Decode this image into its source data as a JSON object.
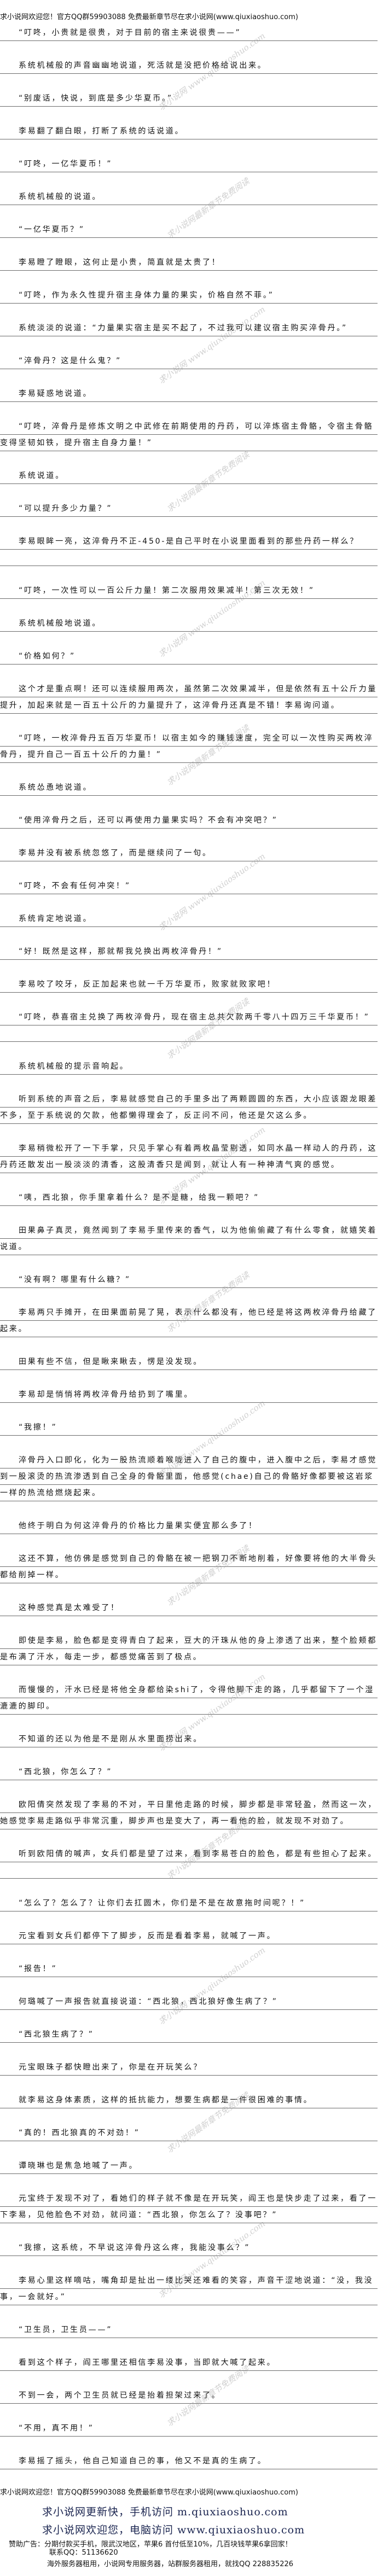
{
  "banner": "求小说网欢迎您！官方QQ群59903088 免费最新章节尽在求小说网(www.qiuxiaoshuo.com)",
  "paragraphs": [
    {
      "text": "“叮咚，小贵就是很贵，对于目前的宿主来说很贵——”"
    },
    {
      "text": "系统机械般的声音幽幽地说道，死活就是没把价格给说出来。"
    },
    {
      "text": "“别废话，快说，到底是多少华夏币。”"
    },
    {
      "text": "李易翻了翻白眼，打断了系统的话说道。"
    },
    {
      "text": "“叮咚，一亿华夏币！”"
    },
    {
      "text": "系统机械般的说道。"
    },
    {
      "text": "“一亿华夏币？”"
    },
    {
      "text": "李易瞪了瞪眼，这何止是小贵，简直就是太贵了！"
    },
    {
      "text": "“叮咚，作为永久性提升宿主身体力量的果实，价格自然不菲。”"
    },
    {
      "text": "系统淡淡的说道：“力量果实宿主是买不起了，不过我可以建议宿主购买淬骨丹。”"
    },
    {
      "text": "“淬骨丹？这是什么鬼？”"
    },
    {
      "text": "李易疑惑地说道。"
    },
    {
      "text": "“叮咚，淬骨丹是修炼文明之中武修在前期使用的丹药，可以淬炼宿主骨骼，令宿主骨骼变得坚韧如铁，提升宿主自身力量！”"
    },
    {
      "text": "系统说道。"
    },
    {
      "text": "“可以提升多少力量？”"
    },
    {
      "text": "李易眼眸一亮，这淬骨丹不正-450-是自己平时在小说里面看到的那些丹药一样么？",
      "extra": true
    },
    {
      "text": "“叮咚，一次性可以一百公斤力量！第二次服用效果减半！第三次无效！”"
    },
    {
      "text": "系统机械般地说道。"
    },
    {
      "text": "“价格如何？”"
    },
    {
      "text": "这个才是重点啊！还可以连续服用两次，虽然第二次效果减半，但是依然有五十公斤力量提升，加起来就是一百五十公斤的力量提升了，这淬骨丹还真是不错！李易询问道。"
    },
    {
      "text": "“叮咚，一枚淬骨丹五百万华夏币！以宿主如今的赚钱速度，完全可以一次性购买两枚淬骨丹，提升自己一百五十公斤的力量！”"
    },
    {
      "text": "系统怂恿地说道。"
    },
    {
      "text": "“使用淬骨丹之后，还可以再使用力量果实吗？不会有冲突吧？”"
    },
    {
      "text": "李易并没有被系统忽悠了，而是继续问了一句。"
    },
    {
      "text": "“叮咚，不会有任何冲突！”"
    },
    {
      "text": "系统肯定地说道。"
    },
    {
      "text": "“好！既然是这样，那就帮我兑换出两枚淬骨丹！”"
    },
    {
      "text": "李易咬了咬牙，反正加起来也就一千万华夏币，败家就败家吧！"
    },
    {
      "text": "“叮咚，恭喜宿主兑换了两枚淬骨丹，现在宿主总共欠款两千零八十四万三千华夏币！”",
      "extra": true
    },
    {
      "text": "系统机械般的提示音响起。"
    },
    {
      "text": "听到系统的声音之后，李易就感觉自己的手里多出了两颗圆圆的东西，大小应该跟龙眼差不多，至于系统说的欠款，他都懒得理会了，反正问不问，他还是欠这么多。"
    },
    {
      "text": "李易稍微松开了一下手掌，只见手掌心有着两枚晶莹剔透，如同水晶一样动人的丹药，这丹药还散发出一股淡淡的清香，这股清香只是闻到，就让人有一种神清气爽的感觉。"
    },
    {
      "text": "“咦，西北狼，你手里拿着什么？是不是糖，给我一颗吧？”"
    },
    {
      "text": "田果鼻子真灵，竟然闻到了李易手里传来的香气，以为他偷偷藏了有什么零食，就嬉笑着说道。"
    },
    {
      "text": "“没有啊？哪里有什么糖？”"
    },
    {
      "text": "李易两只手摊开，在田果面前晃了晃，表示什么都没有，他已经是将这两枚淬骨丹给藏了起来。"
    },
    {
      "text": "田果有些不信，但是瞅来瞅去，愣是没发现。"
    },
    {
      "text": "李易却是悄悄将两枚淬骨丹给扔到了嘴里。"
    },
    {
      "text": "“我擦！”"
    },
    {
      "text": "淬骨丹入口即化，化为一股热流顺着喉咙进入了自己的腹中，进入腹中之后，李易才感觉到一股滚烫的热流渗透到自己全身的骨骼里面，他感觉(chae)自己的骨骼好像都要被这岩浆一样的热流给燃烧起来。"
    },
    {
      "text": "他终于明白为何这淬骨丹的价格比力量果实便宜那么多了！"
    },
    {
      "text": "这还不算，他仿佛是感觉到自己的骨骼在被一把钢刀不断地削着，好像要将他的大半骨头都给削掉一样。"
    },
    {
      "text": "这种感觉真是太难受了！"
    },
    {
      "text": "即使是李易，脸色都是变得青白了起来，豆大的汗珠从他的身上渗透了出来，整个脸颊都是布满了汗水，每走一步，都感觉痛苦到了极点。"
    },
    {
      "text": "而慢慢的，汗水已经是将他全身都给染shi了，令得他脚下走的路，几乎都留下了一个湿漉漉的脚印。"
    },
    {
      "text": "不知道的还以为他是不是刚从水里面捞出来。"
    },
    {
      "text": "“西北狼，你怎么了？”"
    },
    {
      "text": "欧阳倩突然发现了李易的不对，平日里他走路的时候，脚步都是非常轻盈，然而这一次，她感觉李易走路似乎非常沉重，脚步声也是变大了，再一看他的脸，就发现不对劲了。"
    },
    {
      "text": "听到欧阳倩的喊声，女兵们都是望了过来，看到李易苍白的脸色，都是有些担心了起来。",
      "extra": true
    },
    {
      "text": "“怎么了？怎么了？让你们去扛圆木，你们是不是在故意拖时间呢？！”"
    },
    {
      "text": "元宝看到女兵们都停下了脚步，反而是看着李易，就喊了一声。"
    },
    {
      "text": "“报告！”"
    },
    {
      "text": "何璐喊了一声报告就直接说道：“西北狼，西北狼好像生病了？”"
    },
    {
      "text": "“西北狼生病了？”"
    },
    {
      "text": "元宝眼珠子都快瞪出来了，你是在开玩笑么？"
    },
    {
      "text": "就李易这身体素质，这样的抵抗能力，想要生病都是一件很困难的事情。"
    },
    {
      "text": "“真的！西北狼真的不对劲！”"
    },
    {
      "text": "谭晓琳也是焦急地喊了一声。"
    },
    {
      "text": "元宝终于发现不对了，看她们的样子就不像是在开玩笑，阎王也是快步走了过来，看了一下李易，见他脸色不对劲，就问道：“西北狼，你怎么了？没事吧？”"
    },
    {
      "text": "“我擦，这系统，不早说这淬骨丹这么疼，我能没事么？”"
    },
    {
      "text": "李易心里这样嘀咕，嘴角却是扯出一缕比哭还难看的笑容，声音干涩地说道：“没，我没事，一会就好。”"
    },
    {
      "text": "“卫生员，卫生员——”"
    },
    {
      "text": "看到这个样子，阎王哪里还相信李易没事，当即就大喊了起来。"
    },
    {
      "text": "不到一会，两个卫生员就已经是抬着担架过来了。"
    },
    {
      "text": "“不用，真不用！”"
    },
    {
      "text": "李易摇了摇头，他自己知道自己的事，他又不是真的生病了。"
    }
  ],
  "footer": {
    "banner": "求小说网欢迎您！官方QQ群59903088 免费最新章节尽在求小说网(www.qiuxiaoshuo.com)",
    "mobile": "求小说网更新快，手机访问 m.qiuxiaoshuo.com",
    "desktop": "求小说网欢迎您，电脑访问 www.qiuxiaoshuo.com",
    "ad": "赞助广告：分期付款买手机，限武汉地区，苹果6 首付低至10%，几百块钱苹果6拿回家！",
    "ad_contact": "联系QQ：51136620",
    "server_ad": "海外服务器租用，小说网专用服务器，站群服务器租用，就找QQ 228835226"
  },
  "watermarks": {
    "site": "求小说网 www.qiuxiaoshuo.com",
    "slogan": "求小说网最新章节免费阅读"
  },
  "colors": {
    "text": "#111111",
    "rule": "#6b6b6b",
    "footer_link": "#1b2550"
  }
}
